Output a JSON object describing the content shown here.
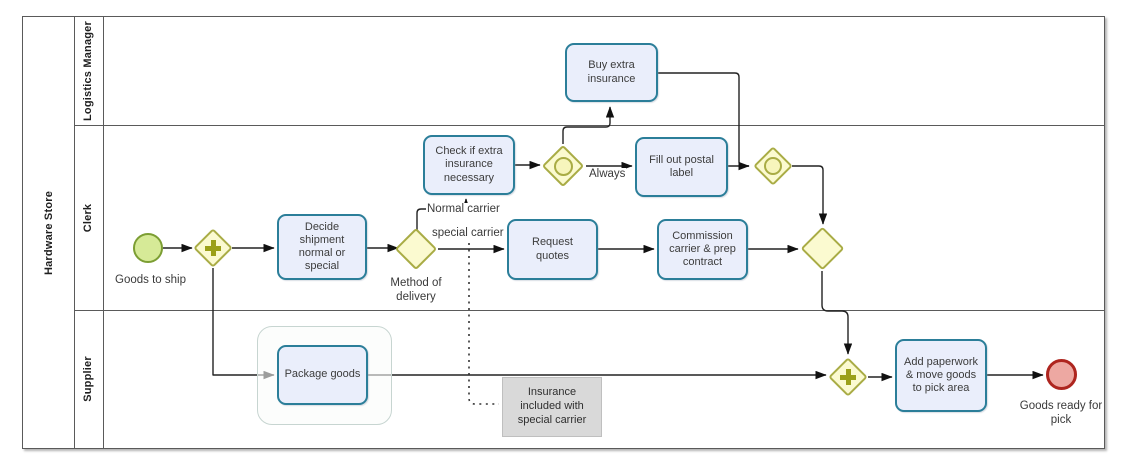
{
  "pool": {
    "title": "Hardware Store"
  },
  "lanes": [
    {
      "label": "Logistics Manager"
    },
    {
      "label": "Clerk"
    },
    {
      "label": "Supplier"
    }
  ],
  "nodes": {
    "start_event": {
      "label": "Goods to ship"
    },
    "decide_task": {
      "label": "Decide shipment normal or special"
    },
    "method_gateway": {
      "label": "Method of delivery"
    },
    "check_task": {
      "label": "Check if extra insurance necessary"
    },
    "buy_task": {
      "label": "Buy extra insurance"
    },
    "fill_task": {
      "label": "Fill out postal label"
    },
    "request_task": {
      "label": "Request quotes"
    },
    "commission_task": {
      "label": "Commission carrier & prep contract"
    },
    "package_task": {
      "label": "Package goods"
    },
    "addpaper_task": {
      "label": "Add paperwork & move goods to pick area"
    },
    "end_event": {
      "label": "Goods ready for pick"
    },
    "annotation": {
      "label": "Insurance included with special carrier"
    }
  },
  "flow_labels": {
    "normal_carrier": "Normal carrier",
    "special_carrier": "special carrier",
    "always": "Always"
  },
  "colors": {
    "task_fill": "#eaeefb",
    "task_border": "#2b7e99",
    "gateway_fill": "#fbfad0",
    "gateway_border": "#a9ac45",
    "gateway_symbol": "#9ba019",
    "start_fill": "#d6ea97",
    "start_border": "#7c9e33",
    "end_fill": "#eda8a2",
    "end_border": "#ae251f",
    "annotation_fill": "#d9d9d9",
    "flow_stroke": "#222222"
  }
}
